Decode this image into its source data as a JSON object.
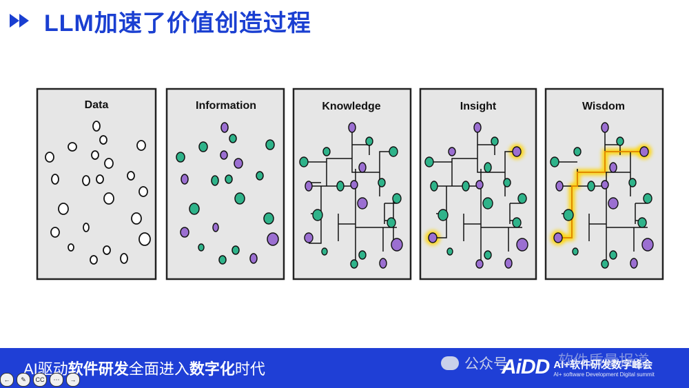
{
  "slide": {
    "title": "LLM加速了价值创造过程"
  },
  "panels": [
    {
      "label": "Data"
    },
    {
      "label": "Information"
    },
    {
      "label": "Knowledge"
    },
    {
      "label": "Insight"
    },
    {
      "label": "Wisdom"
    }
  ],
  "footer": {
    "prefix": "AI驱动",
    "bold": "软件研发",
    "middle": "全面进入",
    "bold2": "数字化",
    "suffix": "时代",
    "wechat": "公众号",
    "watermark": "软件质量报道",
    "logo_mark": "AiDD",
    "logo_line1": "AI+软件研发数字峰会",
    "logo_line2": "AI+ software Development Digital summit"
  },
  "colors": {
    "title": "#1a3fd1",
    "footer_bg": "#1f3fd6",
    "panel_bg": "#e6e6e6",
    "teal": "#2fb38a",
    "purple": "#9b6fd1",
    "highlight": "#ffd400"
  },
  "icons": [
    "play-arrow-icon",
    "wechat-icon",
    "prev-icon",
    "pen-icon",
    "cc-icon",
    "more-icon",
    "next-icon"
  ]
}
